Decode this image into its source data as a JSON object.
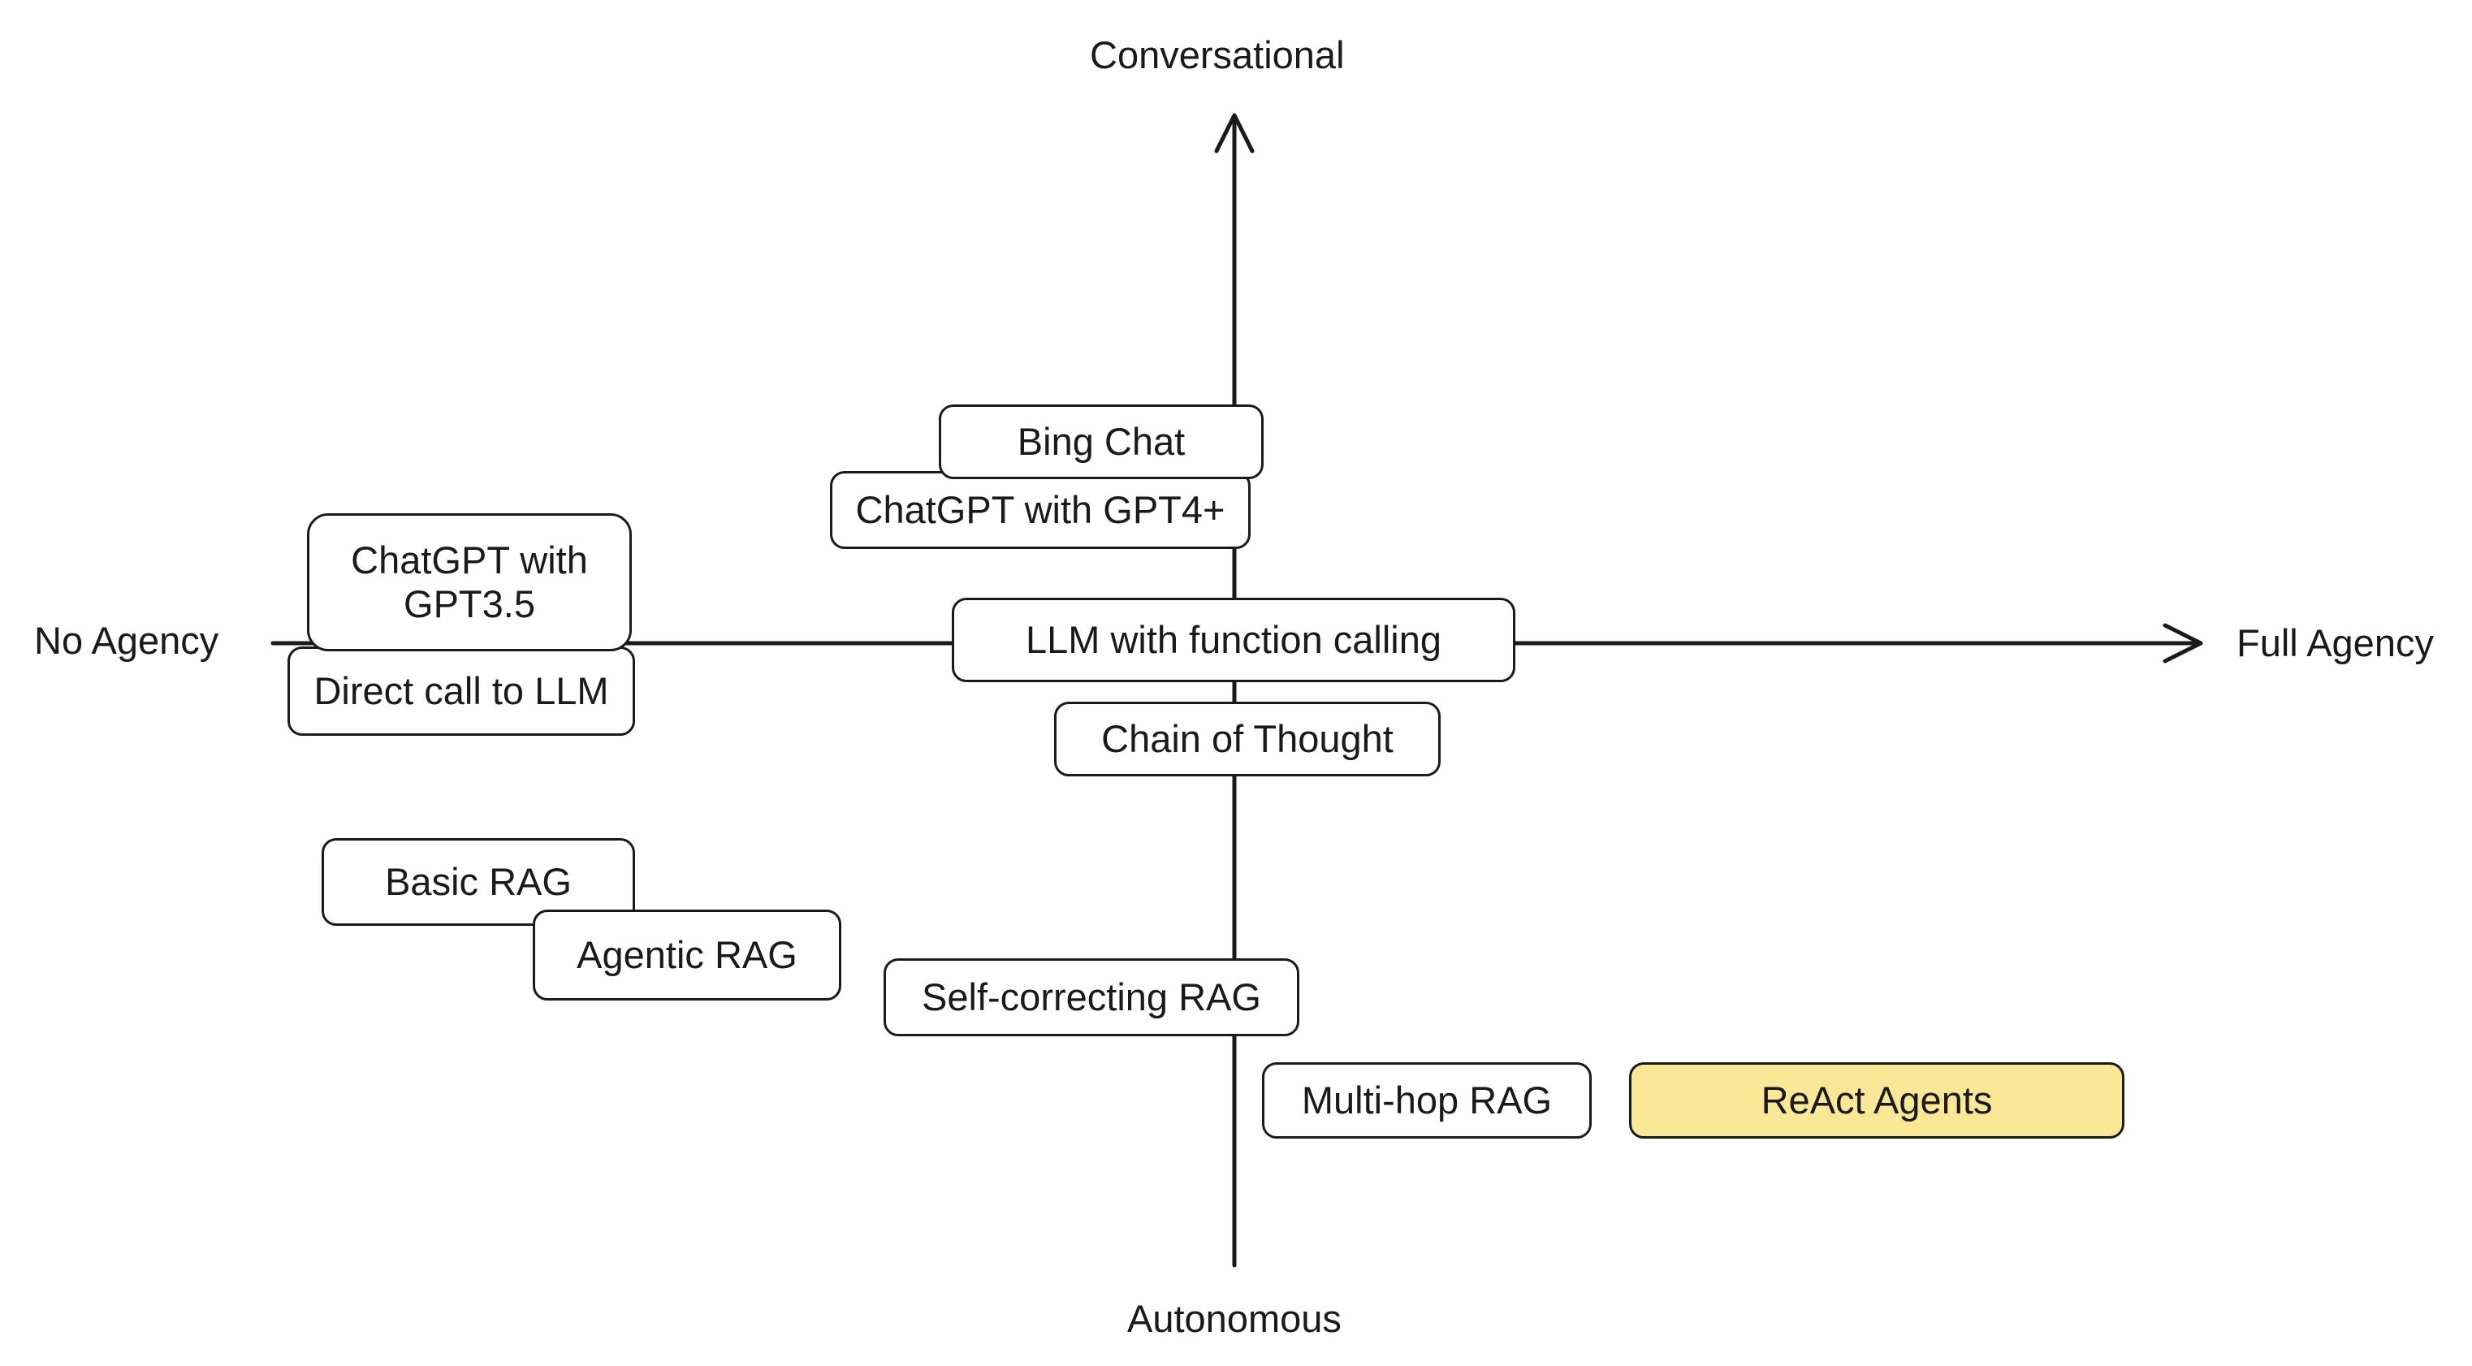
{
  "axes": {
    "top_label": "Conversational",
    "bottom_label": "Autonomous",
    "left_label": "No Agency",
    "right_label": "Full Agency"
  },
  "nodes": {
    "bing_chat": {
      "label": "Bing Chat"
    },
    "chatgpt_gpt4": {
      "label": "ChatGPT with GPT4+"
    },
    "chatgpt_gpt35": {
      "line1": "ChatGPT with",
      "line2": "GPT3.5"
    },
    "direct_call": {
      "label": "Direct call to LLM"
    },
    "llm_function_calling": {
      "label": "LLM with function calling"
    },
    "chain_of_thought": {
      "label": "Chain of Thought"
    },
    "basic_rag": {
      "label": "Basic RAG"
    },
    "agentic_rag": {
      "label": "Agentic RAG"
    },
    "self_correcting_rag": {
      "label": "Self-correcting RAG"
    },
    "multi_hop_rag": {
      "label": "Multi-hop RAG"
    },
    "react_agents": {
      "label": "ReAct Agents"
    }
  },
  "colors": {
    "stroke": "#1a1a1a",
    "highlight_fill": "#fbe896",
    "node_fill": "#ffffff"
  }
}
